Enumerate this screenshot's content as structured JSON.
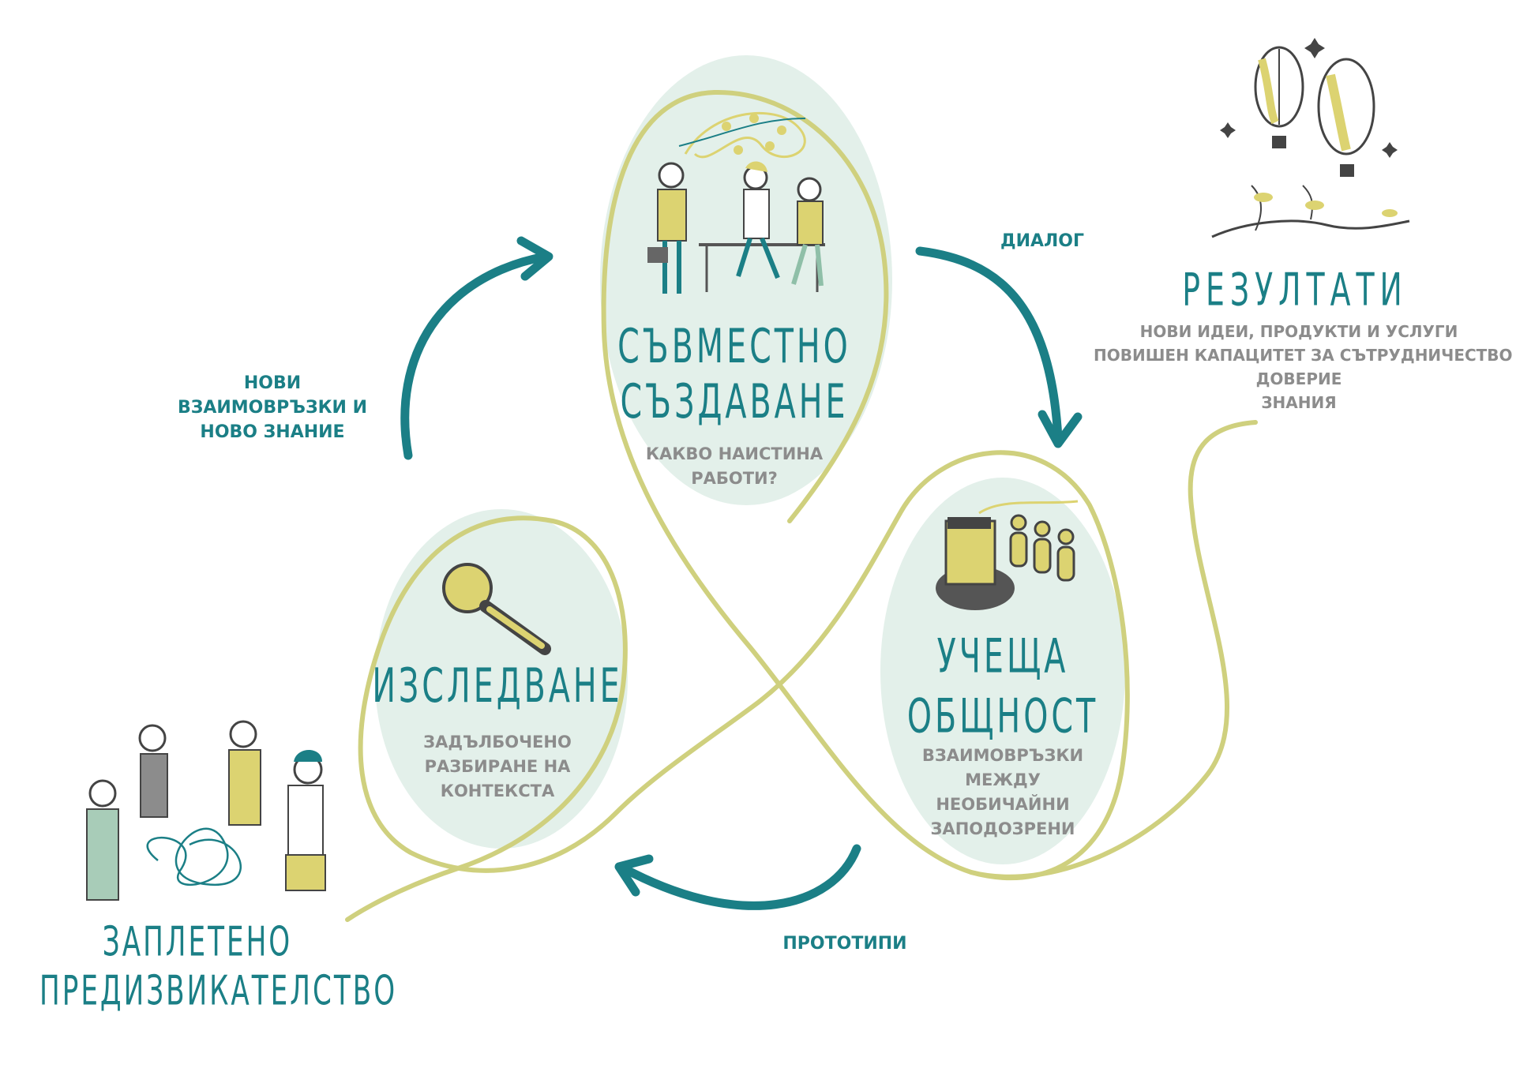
{
  "colors": {
    "teal": "#1b7f86",
    "olive": "#cfd07e",
    "mint": "#e3f0ea",
    "yellow": "#dcd371",
    "gray_text": "#8c8c8c"
  },
  "nodes": {
    "co_creation": {
      "title_line1": "СЪВМЕСТНО",
      "title_line2": "СЪЗДАВАНЕ",
      "subtitle_line1": "КАКВО НАИСТИНА",
      "subtitle_line2": "РАБОТИ?"
    },
    "research": {
      "title": "ИЗСЛЕДВАНЕ",
      "subtitle_line1": "ЗАДЪЛБОЧЕНО",
      "subtitle_line2": "РАЗБИРАНЕ НА",
      "subtitle_line3": "КОНТЕКСТА"
    },
    "learning_community": {
      "title_line1": "УЧЕЩА",
      "title_line2": "ОБЩНОСТ",
      "subtitle_line1": "ВЗАИМОВРЪЗКИ",
      "subtitle_line2": "МЕЖДУ",
      "subtitle_line3": "НЕОБИЧАЙНИ",
      "subtitle_line4": "ЗАПОДОЗРЕНИ"
    },
    "tangled_challenge": {
      "title_line1": "ЗАПЛЕТЕНО",
      "title_line2": "ПРЕДИЗВИКАТЕЛСТВО"
    },
    "results": {
      "title": "РЕЗУЛТАТИ",
      "items": [
        "НОВИ ИДЕИ, ПРОДУКТИ И УСЛУГИ",
        "ПОВИШЕН КАПАЦИТЕТ ЗА СЪТРУДНИЧЕСТВО",
        "ДОВЕРИЕ",
        "ЗНАНИЯ"
      ]
    }
  },
  "arrows": {
    "dialogue": "ДИАЛОГ",
    "prototypes": "ПРОТОТИПИ",
    "new_links_line1": "НОВИ",
    "new_links_line2": "ВЗАИМОВРЪЗКИ И",
    "new_links_line3": "НОВО ЗНАНИЕ"
  }
}
